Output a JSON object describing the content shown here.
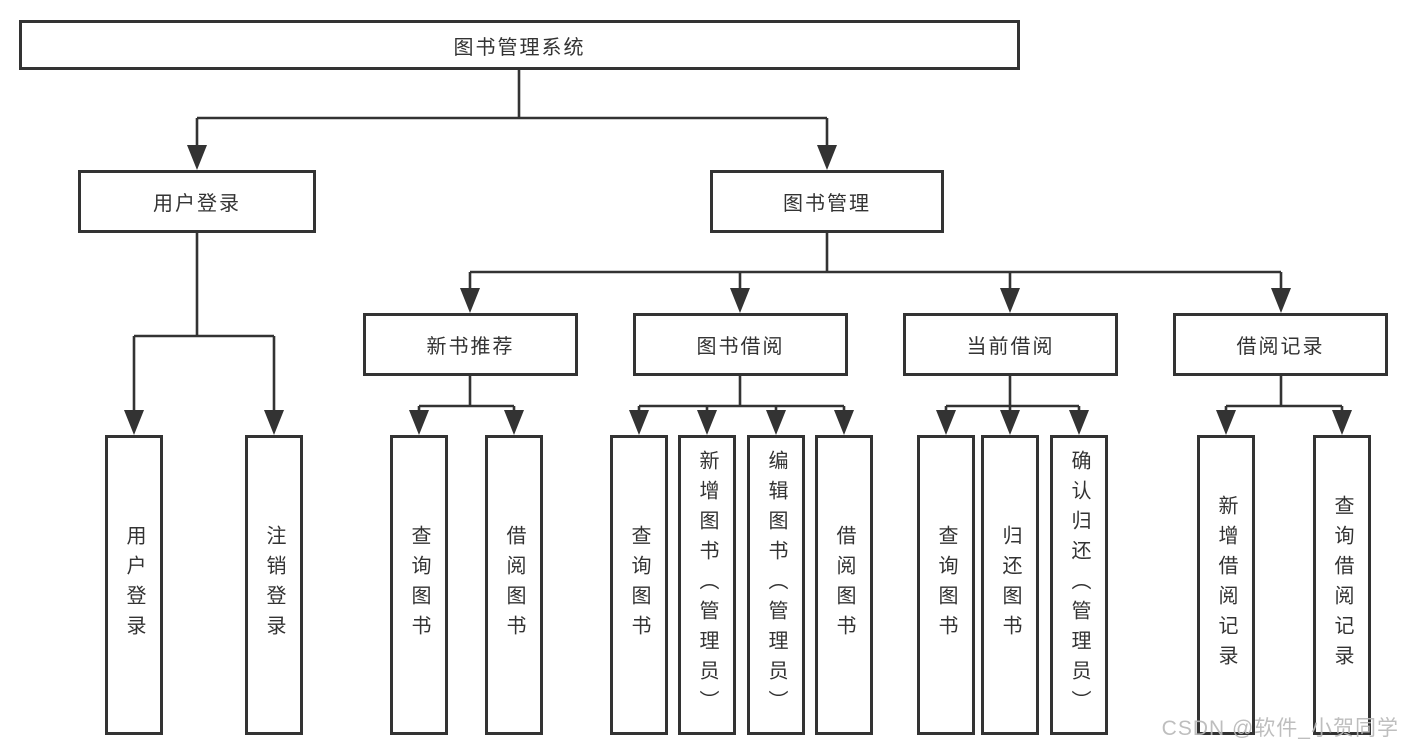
{
  "tree": {
    "root": {
      "label": "图书管理系统"
    },
    "branches": [
      {
        "label": "用户登录",
        "children": [
          {
            "label": "用户登录"
          },
          {
            "label": "注销登录"
          }
        ]
      },
      {
        "label": "图书管理",
        "children": [
          {
            "label": "新书推荐",
            "children": [
              {
                "label": "查询图书"
              },
              {
                "label": "借阅图书"
              }
            ]
          },
          {
            "label": "图书借阅",
            "children": [
              {
                "label": "查询图书"
              },
              {
                "label": "新增图书（管理员）"
              },
              {
                "label": "编辑图书（管理员）"
              },
              {
                "label": "借阅图书"
              }
            ]
          },
          {
            "label": "当前借阅",
            "children": [
              {
                "label": "查询图书"
              },
              {
                "label": "归还图书"
              },
              {
                "label": "确认归还（管理员）"
              }
            ]
          },
          {
            "label": "借阅记录",
            "children": [
              {
                "label": "新增借阅记录"
              },
              {
                "label": "查询借阅记录"
              }
            ]
          }
        ]
      }
    ]
  },
  "watermark": "CSDN @软件_小贺同学",
  "colors": {
    "line": "#333333",
    "box_border": "#333333",
    "text": "#333333",
    "watermark": "#b9b9b9"
  }
}
